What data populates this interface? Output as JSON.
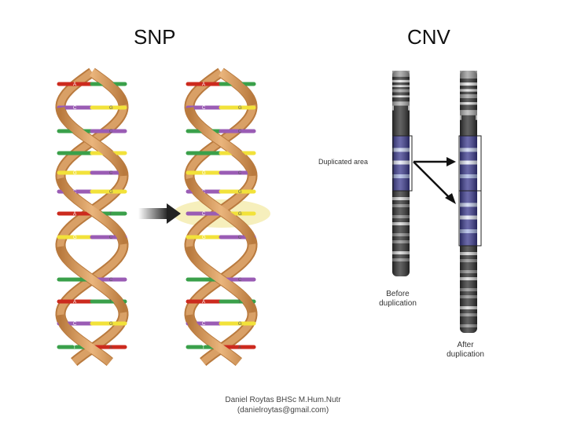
{
  "snp": {
    "title": "SNP",
    "left_helix_bases": [
      {
        "l": "A",
        "r": "T"
      },
      {
        "l": "C",
        "r": "G"
      },
      {
        "l": "",
        "r": "C"
      },
      {
        "l": "",
        "r": "G"
      },
      {
        "l": "G",
        "r": "C"
      },
      {
        "l": "C",
        "r": "G"
      },
      {
        "l": "A",
        "r": "T"
      },
      {
        "l": "G",
        "r": "C"
      },
      {
        "l": "",
        "r": "C"
      },
      {
        "l": "A",
        "r": "T"
      },
      {
        "l": "C",
        "r": "G"
      },
      {
        "l": "T",
        "r": "A"
      }
    ],
    "right_helix_bases": [
      {
        "l": "A",
        "r": "T"
      },
      {
        "l": "C",
        "r": "G"
      },
      {
        "l": "",
        "r": "C"
      },
      {
        "l": "",
        "r": "G"
      },
      {
        "l": "G",
        "r": "C"
      },
      {
        "l": "C",
        "r": "G"
      },
      {
        "l": "C",
        "r": "G"
      },
      {
        "l": "G",
        "r": "C"
      },
      {
        "l": "",
        "r": "C"
      },
      {
        "l": "A",
        "r": "T"
      },
      {
        "l": "C",
        "r": "G"
      },
      {
        "l": "T",
        "r": "A"
      }
    ]
  },
  "cnv": {
    "title": "CNV",
    "duplicated_area_label": "Duplicated area",
    "before_label_line1": "Before",
    "before_label_line2": "duplication",
    "after_label_line1": "After",
    "after_label_line2": "duplication"
  },
  "footer": {
    "line1": "Daniel Roytas BHSc M.Hum.Nutr",
    "line2": "(danielroytas@gmail.com)"
  },
  "colors": {
    "backbone": "#d9a066",
    "backbone_dark": "#b97a3e",
    "A": "#cc2a1e",
    "T": "#3aa04a",
    "C": "#9a5cb4",
    "G": "#f2e23a",
    "highlight": "#f4ecb0",
    "chrom_dark": "#3d3d3d",
    "chrom_blue": "#3b3a8f"
  }
}
